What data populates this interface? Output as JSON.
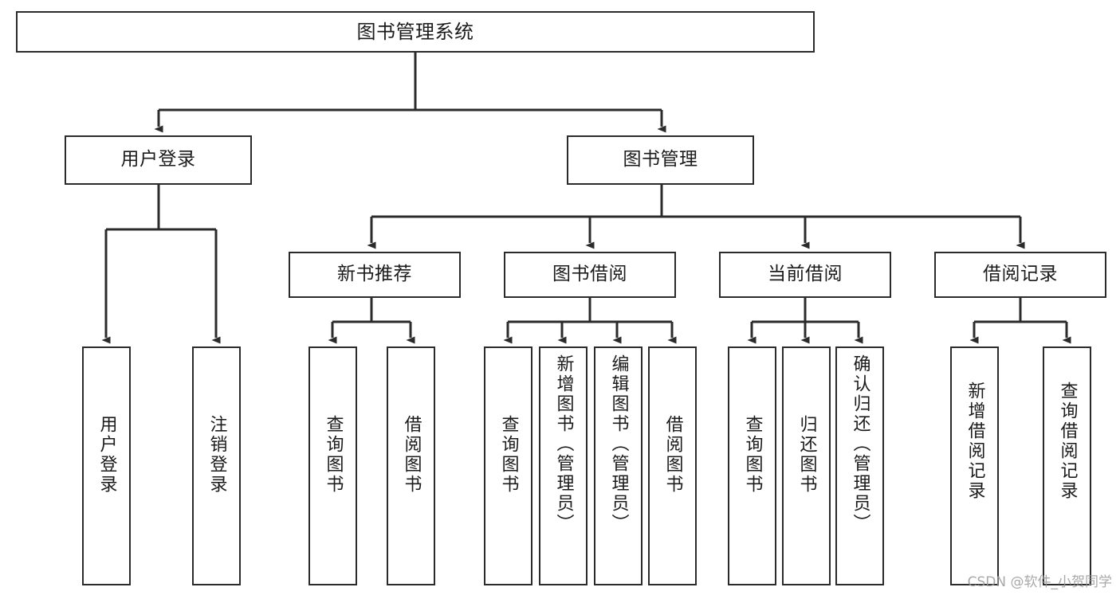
{
  "diagram": {
    "title": "图书管理系统",
    "type": "tree",
    "watermark": "CSDN @软件_小贺同学",
    "colors": {
      "node_border": "#2b2b2b",
      "node_fill": "#ffffff",
      "connector": "#2b2b2b",
      "text": "#1b1b1b",
      "watermark": "#9a9a9a"
    },
    "nodes": {
      "root": {
        "label": "图书管理系统"
      },
      "level2": [
        {
          "id": "user-login",
          "label": "用户登录"
        },
        {
          "id": "book-manage",
          "label": "图书管理"
        }
      ],
      "level3": [
        {
          "id": "new-book-recommend",
          "label": "新书推荐"
        },
        {
          "id": "book-borrow",
          "label": "图书借阅"
        },
        {
          "id": "current-borrow",
          "label": "当前借阅"
        },
        {
          "id": "borrow-record",
          "label": "借阅记录"
        }
      ],
      "leaves": [
        {
          "id": "leaf-user-login",
          "label": "用户登录",
          "parent": "user-login"
        },
        {
          "id": "leaf-logout",
          "label": "注销登录",
          "parent": "user-login"
        },
        {
          "id": "leaf-query-book-1",
          "label": "查询图书",
          "parent": "new-book-recommend"
        },
        {
          "id": "leaf-borrow-book-1",
          "label": "借阅图书",
          "parent": "new-book-recommend"
        },
        {
          "id": "leaf-query-book-2",
          "label": "查询图书",
          "parent": "book-borrow"
        },
        {
          "id": "leaf-add-book",
          "label": "新增图书（管理员）",
          "parent": "book-borrow"
        },
        {
          "id": "leaf-edit-book",
          "label": "编辑图书（管理员）",
          "parent": "book-borrow"
        },
        {
          "id": "leaf-borrow-book-2",
          "label": "借阅图书",
          "parent": "book-borrow"
        },
        {
          "id": "leaf-query-book-3",
          "label": "查询图书",
          "parent": "current-borrow"
        },
        {
          "id": "leaf-return-book",
          "label": "归还图书",
          "parent": "current-borrow"
        },
        {
          "id": "leaf-confirm-return",
          "label": "确认归还（管理员）",
          "parent": "current-borrow"
        },
        {
          "id": "leaf-add-record",
          "label": "新增借阅记录",
          "parent": "borrow-record"
        },
        {
          "id": "leaf-query-record",
          "label": "查询借阅记录",
          "parent": "borrow-record"
        }
      ]
    }
  }
}
